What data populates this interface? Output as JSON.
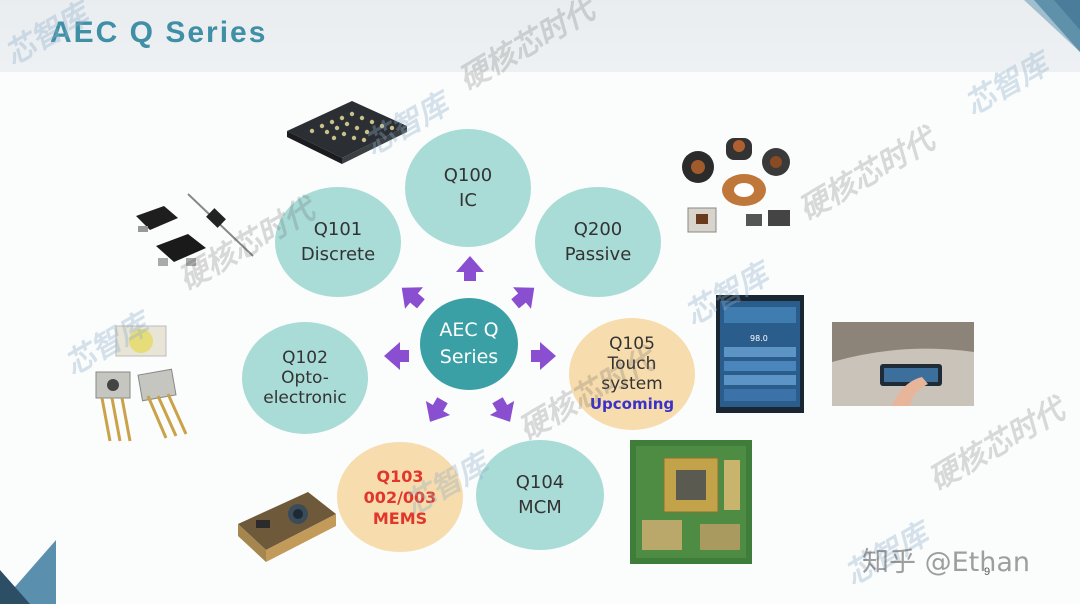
{
  "title": "AEC Q Series",
  "center": {
    "line1": "AEC Q",
    "line2": "Series"
  },
  "nodes": {
    "q100": {
      "code": "Q100",
      "label": "IC"
    },
    "q101": {
      "code": "Q101",
      "label": "Discrete"
    },
    "q200": {
      "code": "Q200",
      "label": "Passive"
    },
    "q102": {
      "code": "Q102",
      "label1": "Opto-",
      "label2": "electronic"
    },
    "q105": {
      "code": "Q105",
      "label1": "Touch",
      "label2": "system",
      "status": "Upcoming"
    },
    "q104": {
      "code": "Q104",
      "label": "MCM"
    },
    "q103": {
      "code": "Q103",
      "sub": "002/003",
      "label": "MEMS"
    }
  },
  "watermarks": [
    "芯智库",
    "硬核芯时代"
  ],
  "credit": "知乎 @Ethan",
  "page_number": "9",
  "colors": {
    "title": "#3f8fa6",
    "teal_circle": "#a9dcd7",
    "peach_circle": "#f7dcae",
    "center_circle": "#3aa0a6",
    "arrow": "#8a4fd0",
    "upcoming": "#3a32c8",
    "mems_red": "#e0362c"
  },
  "icons": [
    "bga-chip-image",
    "diode-image",
    "inductor-image",
    "led-image",
    "touchscreen-image",
    "car-console-image",
    "mcm-board-image",
    "mems-sensor-image"
  ]
}
